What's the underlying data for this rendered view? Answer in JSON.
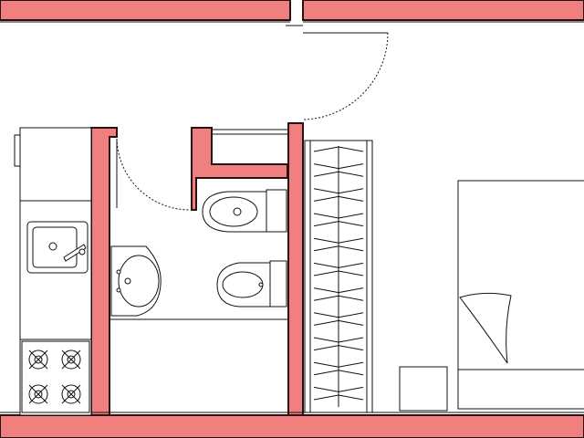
{
  "plan": {
    "kind": "architectural floor plan (partial view)",
    "labels": [],
    "colors": {
      "wall_fill": "#f08080",
      "wall_stroke": "#2a1010",
      "line": "#111111",
      "fixture_fill": "#ffffff",
      "background": "#ffffff"
    },
    "rooms": [
      "kitchenette",
      "bathroom",
      "wardrobe",
      "bedroom"
    ],
    "fixtures": {
      "kitchen": [
        "counter",
        "sink",
        "faucet",
        "cooktop-4-burners"
      ],
      "bathroom": [
        "washbasin",
        "toilet",
        "bidet"
      ],
      "wardrobe": [
        "hanging-rail",
        "clothes-hangers"
      ],
      "bedroom": [
        "bed",
        "pillow",
        "bedside-table"
      ]
    },
    "doors": [
      "entrance-door",
      "bathroom-door"
    ]
  }
}
